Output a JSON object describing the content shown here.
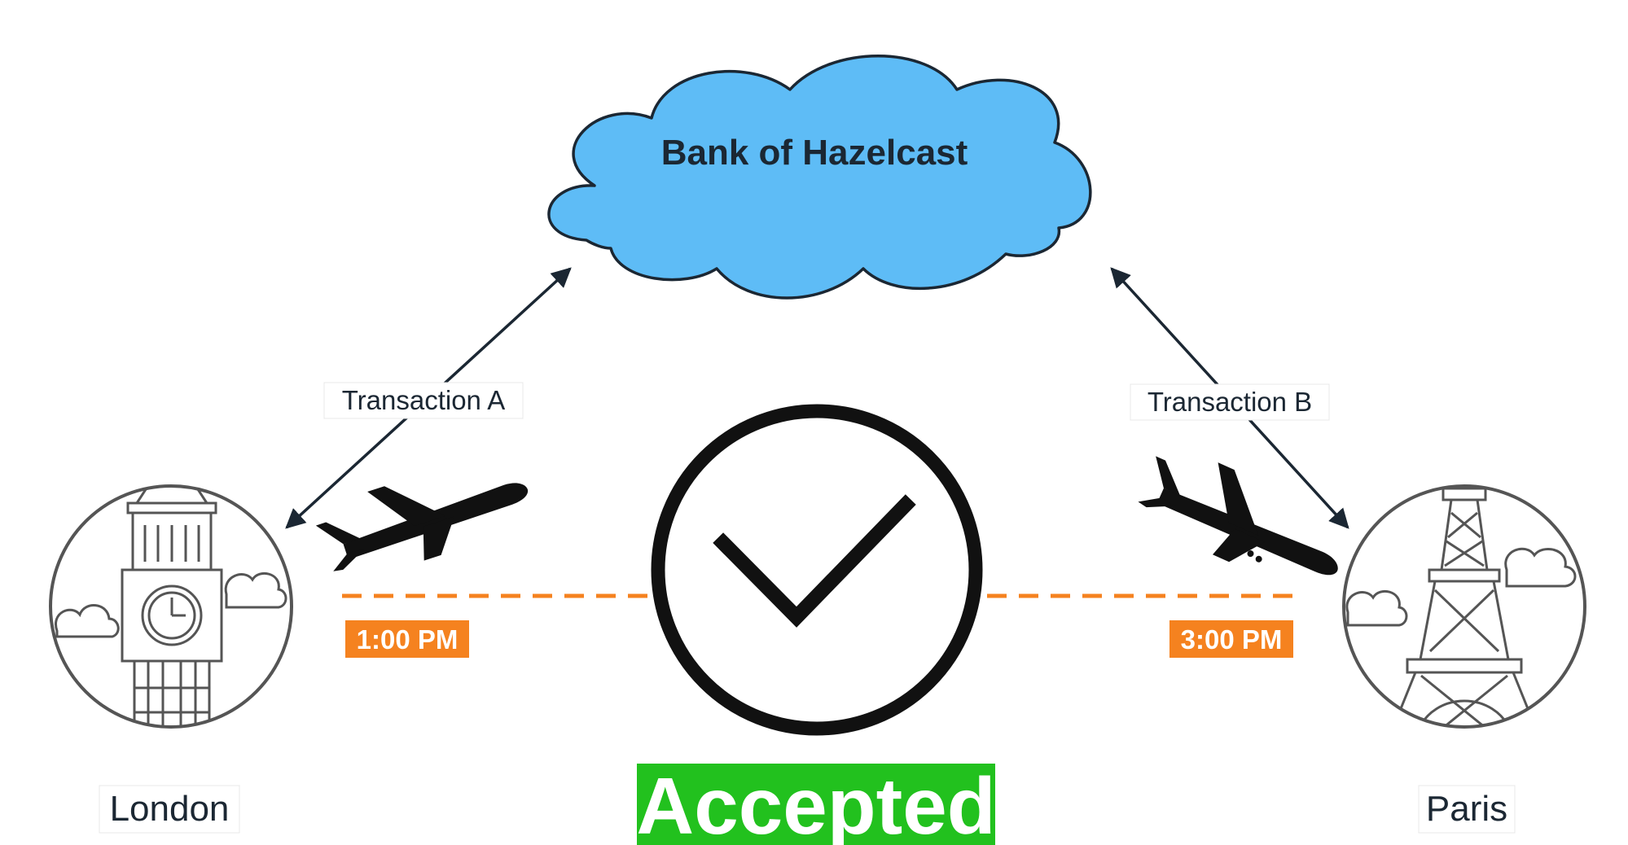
{
  "bank": {
    "label": "Bank of Hazelcast"
  },
  "transactions": {
    "a_label": "Transaction A",
    "b_label": "Transaction B"
  },
  "cities": {
    "left_name": "London",
    "right_name": "Paris"
  },
  "times": {
    "left": "1:00 PM",
    "right": "3:00 PM"
  },
  "status": {
    "label": "Accepted"
  },
  "colors": {
    "cloud_fill": "#5EBCF6",
    "outline": "#1B2733",
    "time_badge": "#F5821F",
    "accepted_badge": "#22C11E",
    "city_line": "#555555"
  },
  "icons": {
    "bank": "cloud-icon",
    "left_city": "big-ben-icon",
    "right_city": "eiffel-tower-icon",
    "status": "check-circle-icon",
    "plane_takeoff": "airplane-takeoff-icon",
    "plane_landing": "airplane-landing-icon"
  }
}
